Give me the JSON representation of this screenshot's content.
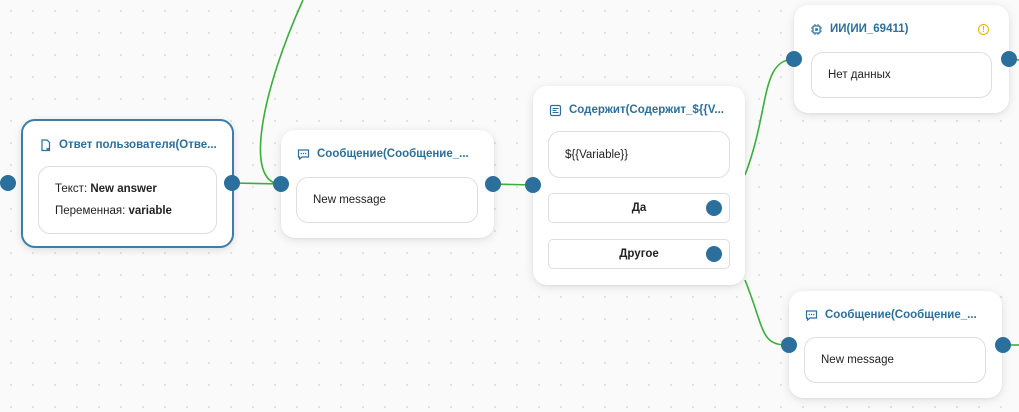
{
  "nodes": {
    "user_answer": {
      "title": "Ответ пользователя(Отве...",
      "text_label": "Текст:",
      "text_value": "New answer",
      "var_label": "Переменная:",
      "var_value": "variable"
    },
    "message1": {
      "title": "Сообщение(Сообщение_...",
      "content": "New message"
    },
    "contains": {
      "title": "Содержит(Содержит_${{V...",
      "content": "${{Variable}}",
      "option_yes": "Да",
      "option_other": "Другое"
    },
    "ai": {
      "title": "ИИ(ИИ_69411)",
      "content": "Нет данных",
      "warning": "!"
    },
    "message2": {
      "title": "Сообщение(Сообщение_...",
      "content": "New message"
    }
  },
  "colors": {
    "edge": "#3aae3a",
    "handle": "#2b6f9c",
    "title": "#2c6f9a",
    "warning": "#e6b400"
  }
}
